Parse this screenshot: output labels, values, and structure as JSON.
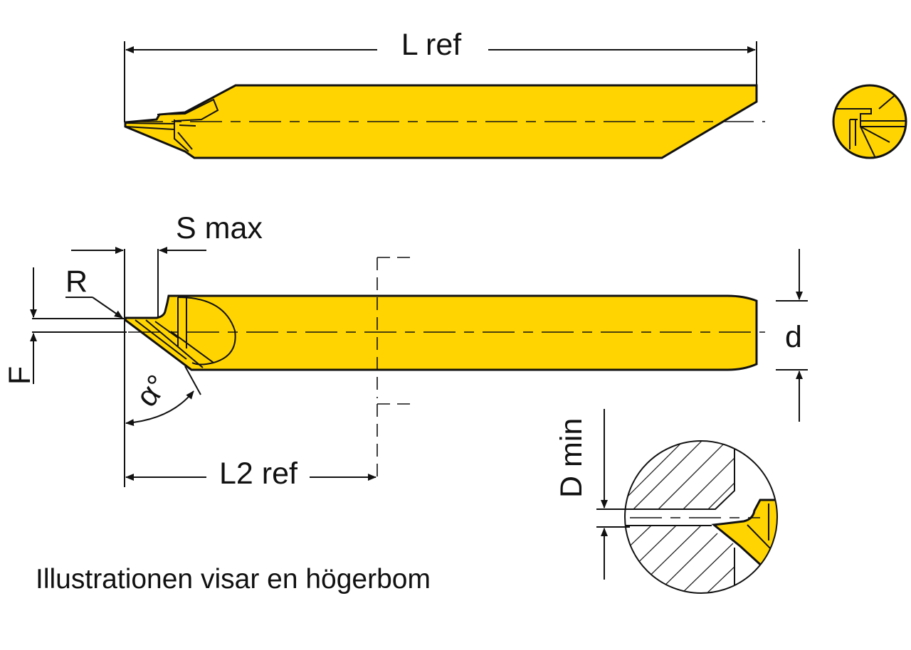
{
  "colors": {
    "tool_fill": "#FFD400",
    "line": "#111111",
    "background": "#FFFFFF"
  },
  "labels": {
    "l_ref": "L ref",
    "s_max": "S max",
    "r": "R",
    "f": "F",
    "alpha": "α°",
    "l2_ref": "L2 ref",
    "d": "d",
    "d_min": "D min"
  },
  "caption": "Illustrationen visar en högerbom"
}
